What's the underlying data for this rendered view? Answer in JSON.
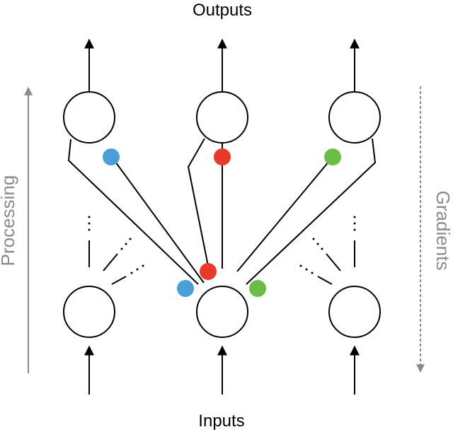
{
  "labels": {
    "top": "Outputs",
    "bottom": "Inputs",
    "left": "Processing",
    "right": "Gradients"
  },
  "colors": {
    "blue": "#4a9fd8",
    "red": "#e83a2a",
    "green": "#6cbd45",
    "axis_gray": "#8a8a8a"
  }
}
